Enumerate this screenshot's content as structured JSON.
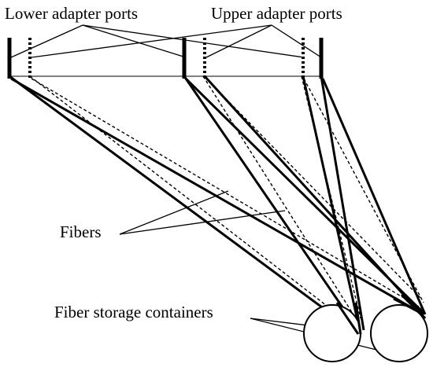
{
  "labels": {
    "lower_ports": "Lower adapter ports",
    "upper_ports": "Upper adapter ports",
    "fibers": "Fibers",
    "containers": "Fiber storage containers"
  },
  "colors": {
    "ink": "#000000",
    "background": "#ffffff"
  }
}
